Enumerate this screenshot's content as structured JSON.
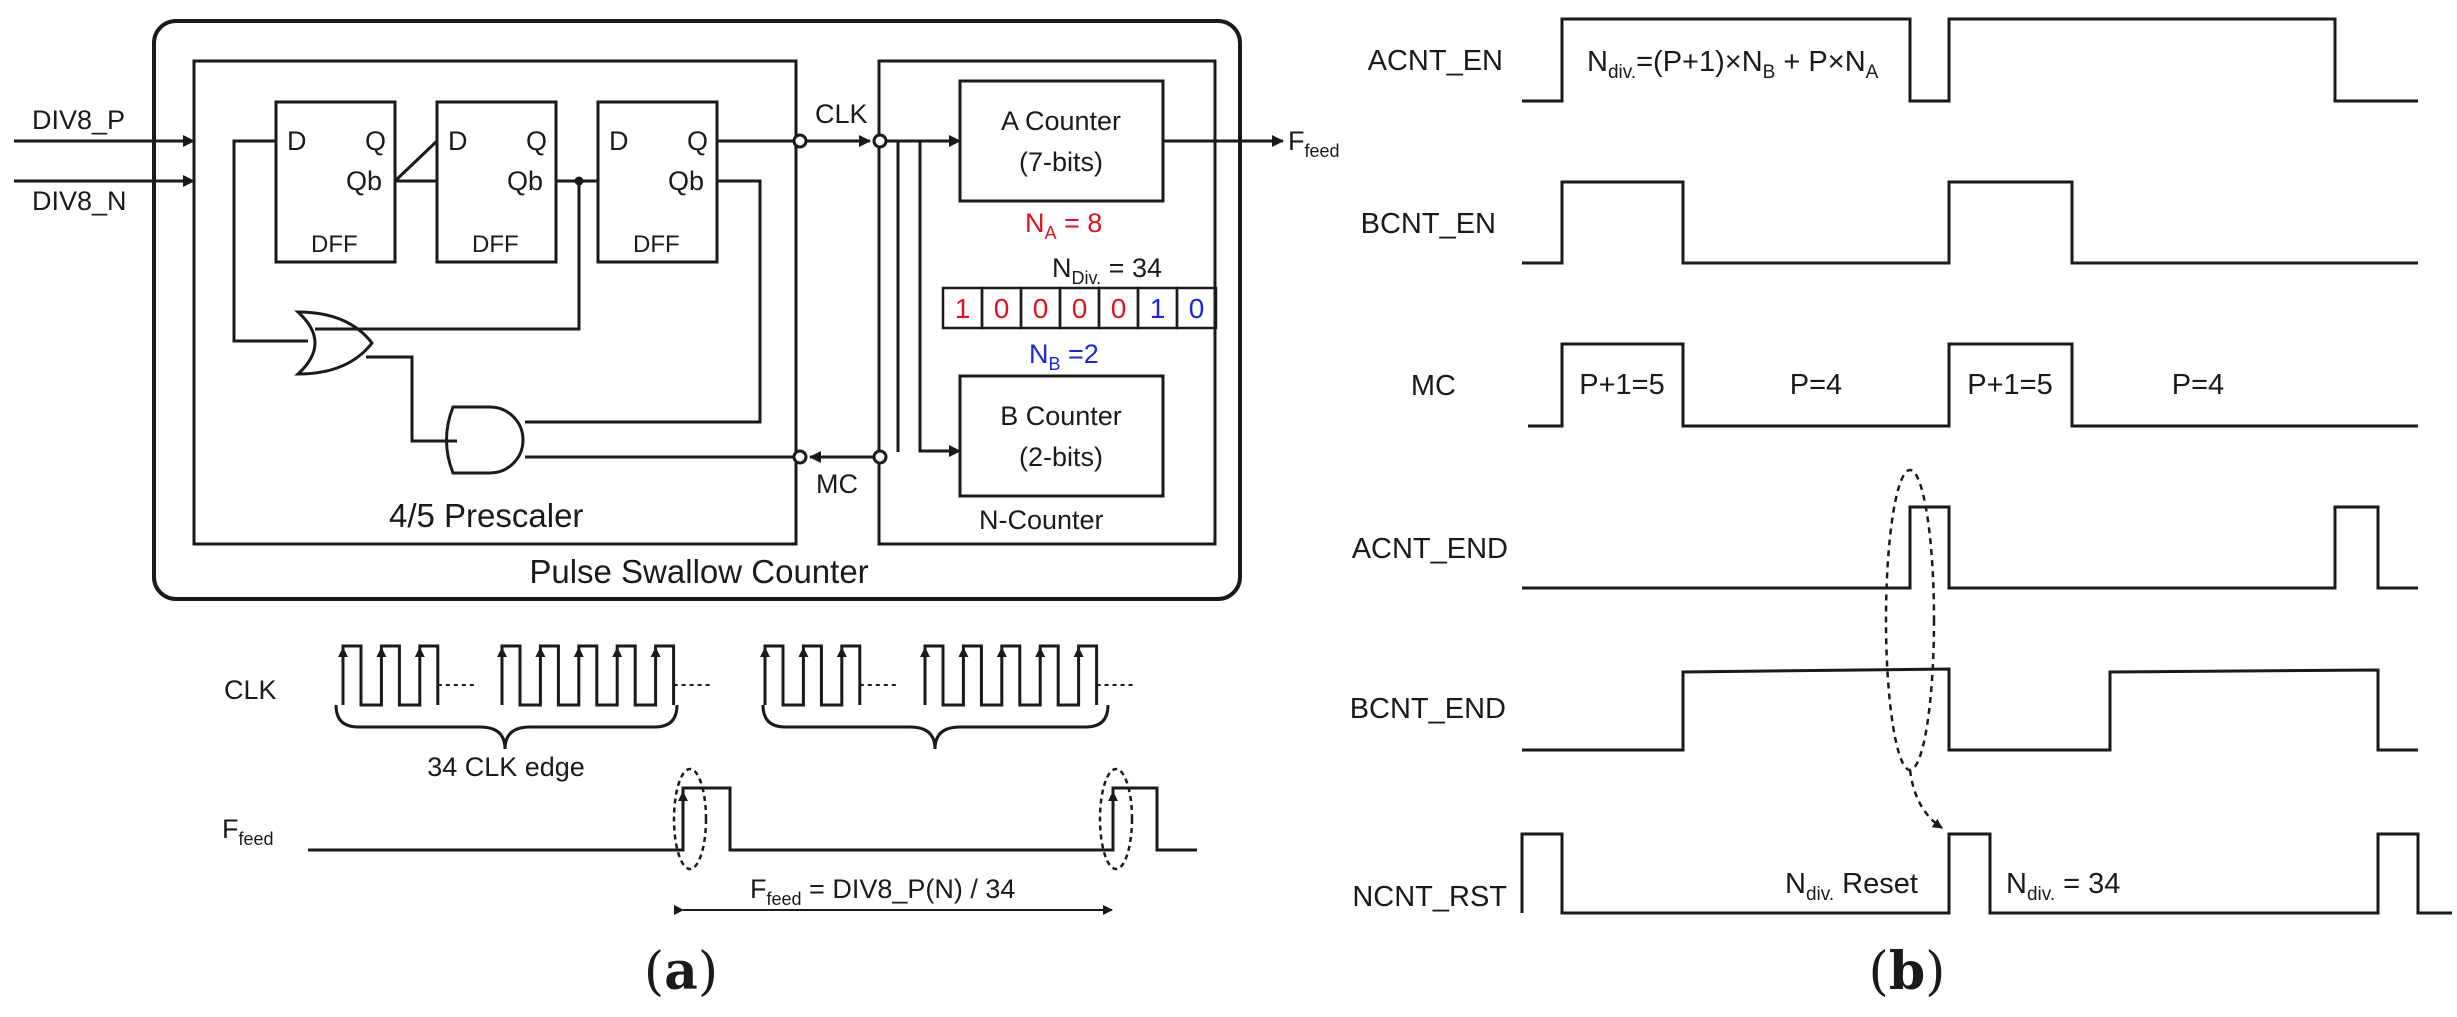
{
  "panel_a": {
    "inputs": {
      "p": "DIV8_P",
      "n": "DIV8_N"
    },
    "dff": {
      "d": "D",
      "q": "Q",
      "qb": "Qb",
      "name": "DFF"
    },
    "prescaler_label": "4/5 Prescaler",
    "outer_label": "Pulse Swallow Counter",
    "clk_label": "CLK",
    "mc_label": "MC",
    "a_counter": {
      "line1": "A Counter",
      "line2": "(7-bits)"
    },
    "b_counter": {
      "line1": "B Counter",
      "line2": "(2-bits)"
    },
    "ncounter_label": "N-Counter",
    "ffeed": {
      "main": "F",
      "sub": "feed"
    },
    "na": {
      "main": "N",
      "sub": "A",
      "rest": " = 8"
    },
    "ndiv": {
      "main": "N",
      "sub": "Div.",
      "rest": " = 34"
    },
    "nb": {
      "main": "N",
      "sub": "B",
      "rest": " =2"
    },
    "bits": [
      {
        "v": "1",
        "color": "red"
      },
      {
        "v": "0",
        "color": "red"
      },
      {
        "v": "0",
        "color": "red"
      },
      {
        "v": "0",
        "color": "red"
      },
      {
        "v": "0",
        "color": "red"
      },
      {
        "v": "1",
        "color": "blue"
      },
      {
        "v": "0",
        "color": "blue"
      }
    ],
    "timing_clk": "CLK",
    "timing_brace": "34 CLK edge",
    "timing_ffeed": {
      "main": "F",
      "sub": "feed"
    },
    "formula": {
      "f": "F",
      "sub": "feed",
      "rest": " = DIV8_P(N) / 34"
    },
    "caption": "a"
  },
  "panel_b": {
    "signals": [
      "ACNT_EN",
      "BCNT_EN",
      "MC",
      "ACNT_END",
      "BCNT_END",
      "NCNT_RST"
    ],
    "ndiv_formula": {
      "n": "N",
      "div": "div.",
      "mid": "=(P+1)×N",
      "b": "B",
      "mid2": " + P×N",
      "a": "A"
    },
    "mc_segments": [
      "P+1=5",
      "P=4",
      "P+1=5",
      "P=4"
    ],
    "reset": {
      "n": "N",
      "div": "div.",
      "rest": " Reset"
    },
    "ndiv34": {
      "n": "N",
      "div": "div.",
      "rest": " = 34"
    },
    "caption": "b"
  },
  "colors": {
    "red": "#e0141e",
    "blue": "#1c27d8",
    "ink": "#1a1a1a"
  }
}
